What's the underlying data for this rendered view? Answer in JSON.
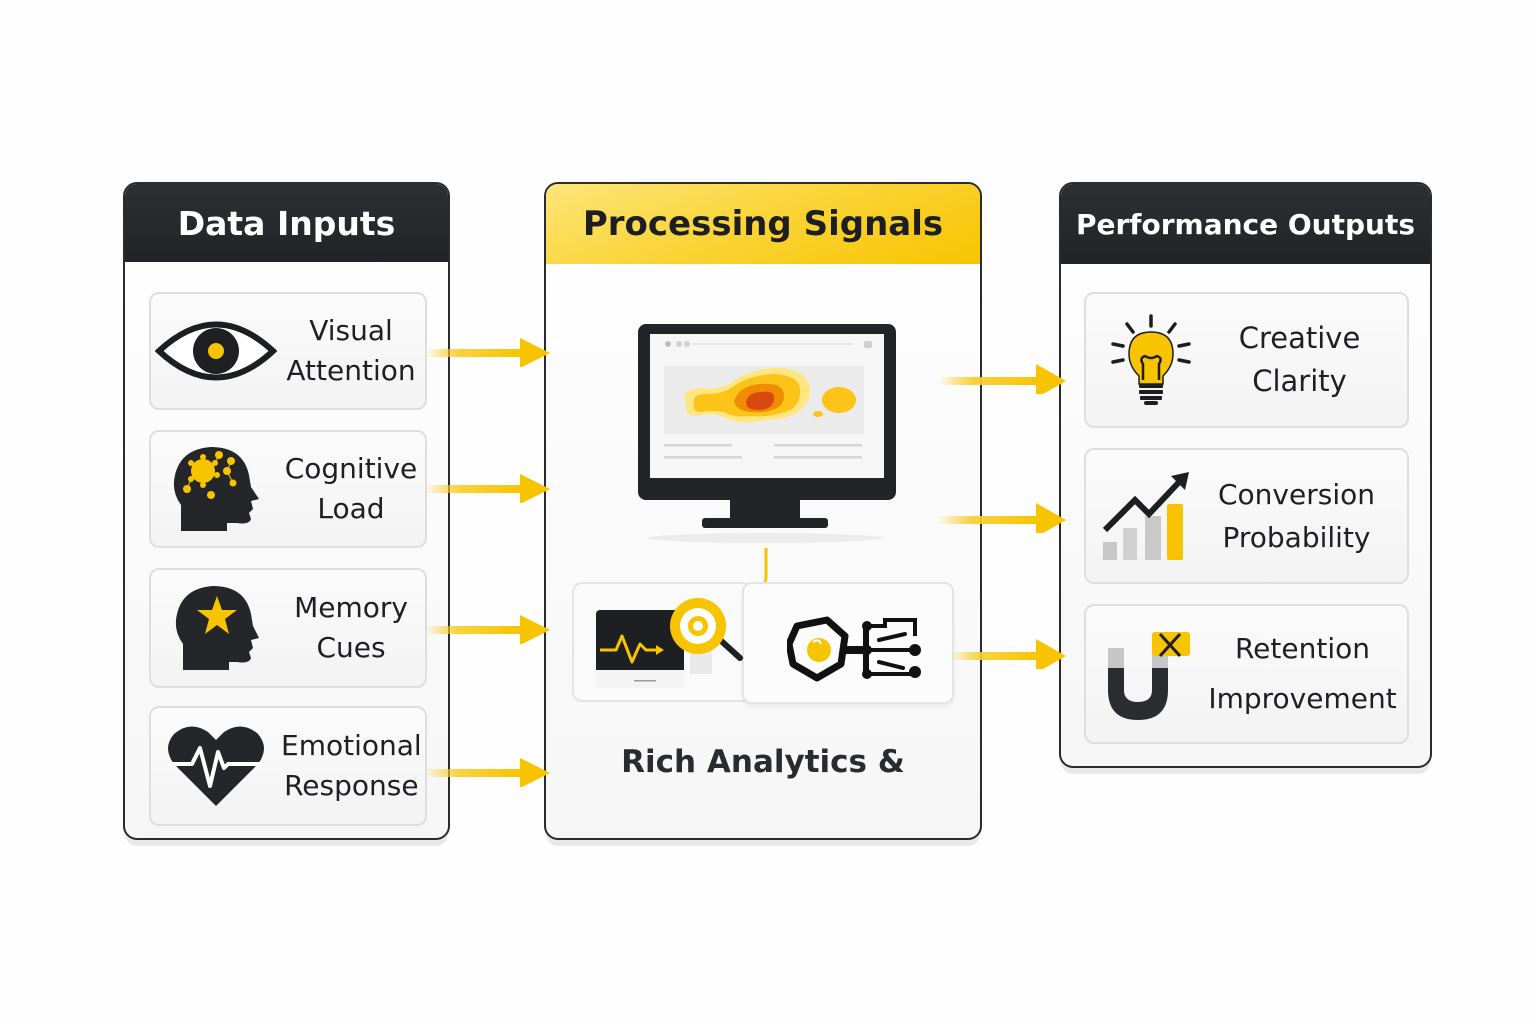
{
  "colors": {
    "accent": "#f8c400",
    "dark": "#2a2b2e",
    "heat_red": "#d9480f",
    "heat_orange": "#f08c00"
  },
  "columns": {
    "inputs": {
      "title": "Data Inputs",
      "items": [
        {
          "line1": "Visual",
          "line2": "Attention",
          "icon": "eye-icon"
        },
        {
          "line1": "Cognitive",
          "line2": "Load",
          "icon": "head-network-icon"
        },
        {
          "line1": "Memory",
          "line2": "Cues",
          "icon": "head-star-icon"
        },
        {
          "line1": "Emotional",
          "line2": "Response",
          "icon": "heart-pulse-icon"
        }
      ]
    },
    "processing": {
      "title": "Processing Signals",
      "caption": "Rich Analytics &",
      "visuals": [
        "monitor-heatmap-icon",
        "pulse-monitor-magnifier-icon",
        "neural-circuit-icon"
      ]
    },
    "outputs": {
      "title": "Performance Outputs",
      "items": [
        {
          "line1": "Creative",
          "line2": "Clarity",
          "icon": "lightbulb-icon"
        },
        {
          "line1": "Conversion",
          "line2": "Probability",
          "icon": "growth-chart-icon"
        },
        {
          "line1": "Retention",
          "line2": "Improvement",
          "icon": "magnet-icon"
        }
      ]
    }
  },
  "connections": [
    {
      "from": "Visual Attention",
      "to": "Processing Signals"
    },
    {
      "from": "Cognitive Load",
      "to": "Processing Signals"
    },
    {
      "from": "Memory Cues",
      "to": "Processing Signals"
    },
    {
      "from": "Emotional Response",
      "to": "Processing Signals"
    },
    {
      "from": "Processing Signals",
      "to": "Creative Clarity"
    },
    {
      "from": "Processing Signals",
      "to": "Conversion Probability"
    },
    {
      "from": "Processing Signals",
      "to": "Retention Improvement"
    }
  ]
}
